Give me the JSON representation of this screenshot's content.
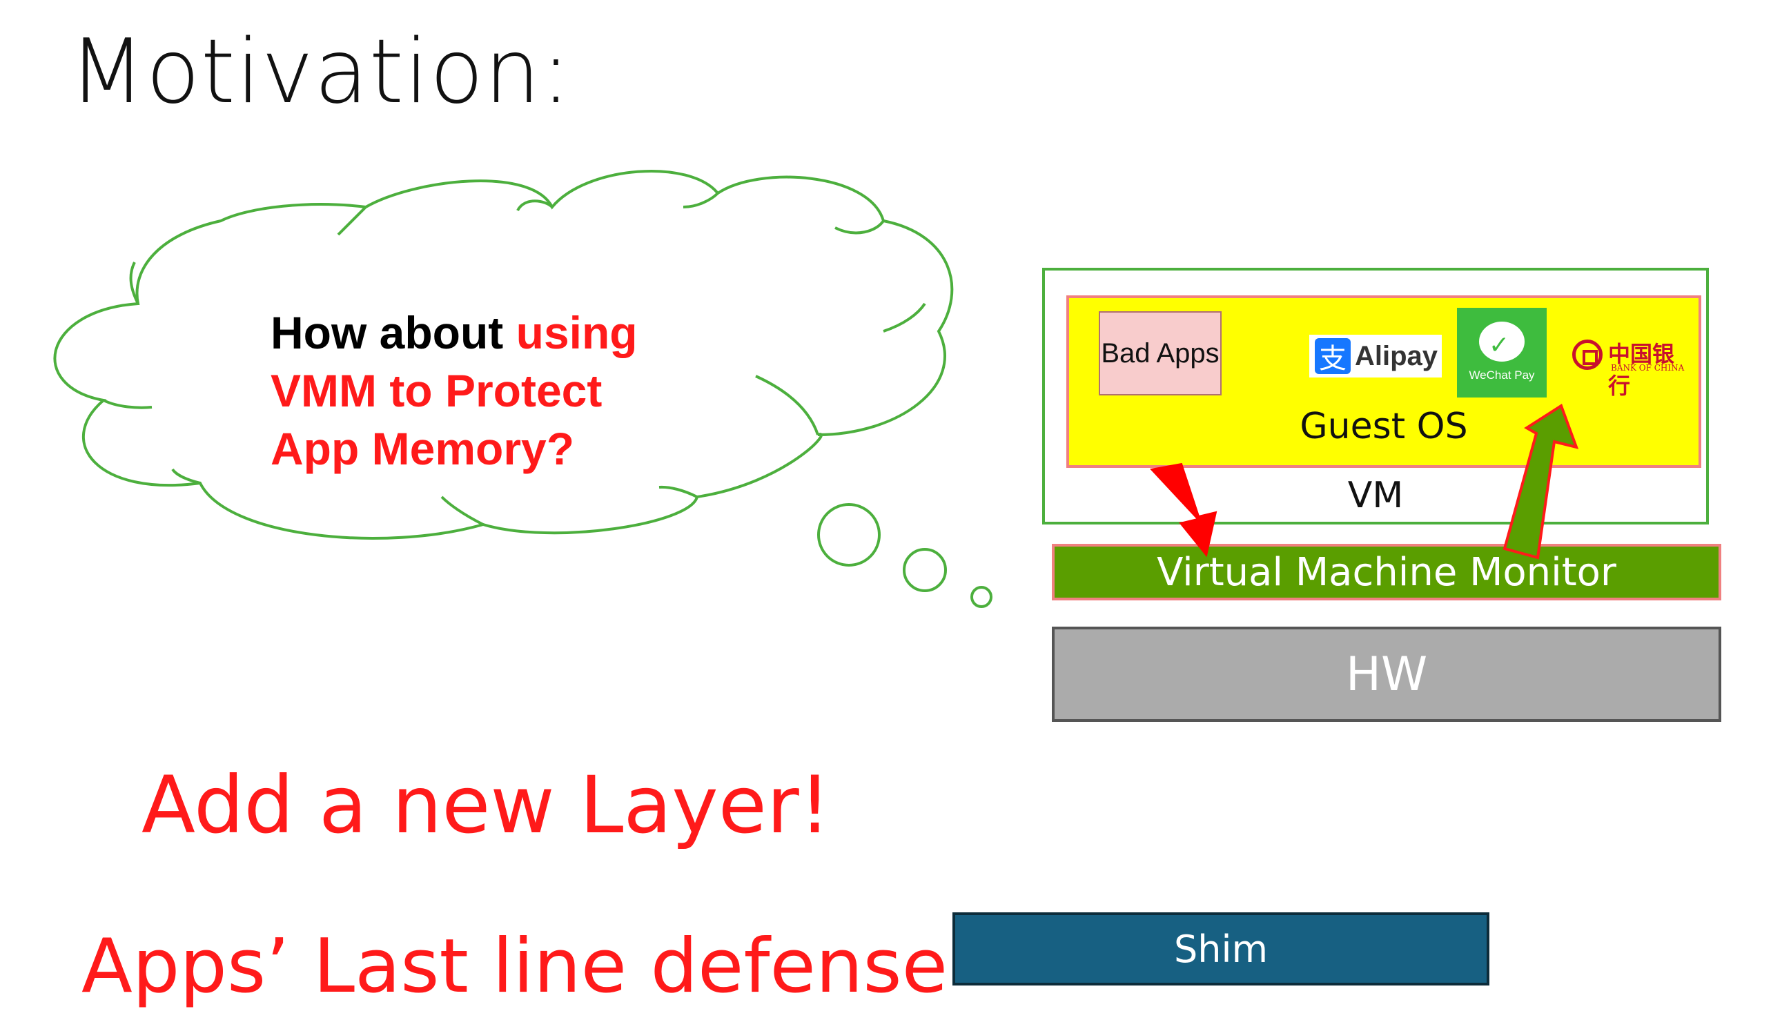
{
  "slide": {
    "title": "Motivation:"
  },
  "thought": {
    "line1_black": "How about ",
    "line1_red": "using",
    "line2": "VMM to Protect",
    "line3": "App Memory?"
  },
  "stack": {
    "guest_os": "Guest OS",
    "vm": "VM",
    "vmm": "Virtual Machine Monitor",
    "hw": "HW",
    "bad_apps": "Bad Apps",
    "alipay": "Alipay",
    "wechat": "WeChat Pay",
    "boc_zh": "中国银行",
    "boc_en": "BANK OF CHINA"
  },
  "bottom": {
    "add_layer": "Add a new Layer!",
    "last_line": "Apps’ Last line defense",
    "shim": "Shim"
  },
  "colors": {
    "red": "#ff1a1a",
    "cloud_stroke": "#4caf3d",
    "guest_fill": "#ffff00",
    "vmm_fill": "#5a9e00",
    "hw_fill": "#ababab",
    "shim_fill": "#176082"
  },
  "icons": {
    "arrow_down": "red-arrow-down-icon",
    "arrow_up": "green-arrow-up-icon"
  }
}
